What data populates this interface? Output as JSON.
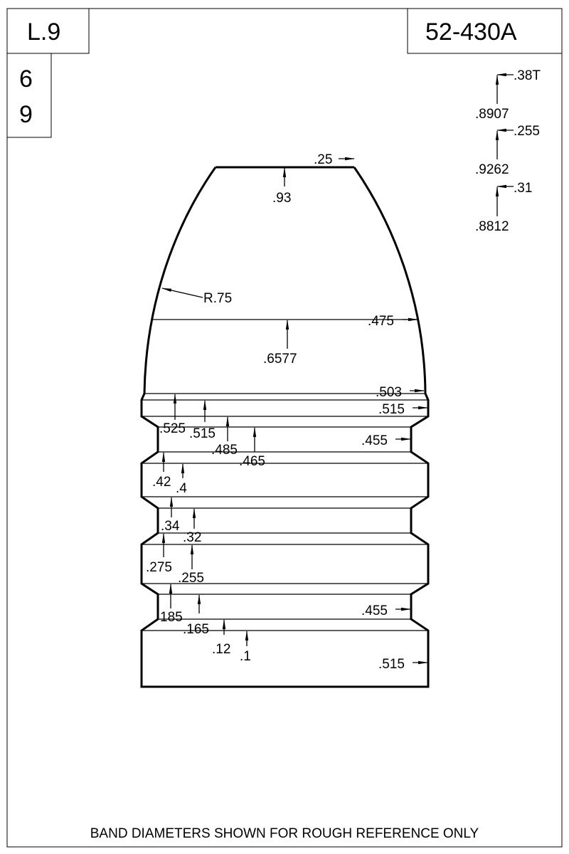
{
  "header": {
    "series": "L.9",
    "part_number": "52-430A",
    "cavity_top": "6",
    "cavity_bottom": "9"
  },
  "top_right": [
    {
      "tip": ".38T",
      "length": ".8907"
    },
    {
      "tip": ".255",
      "length": ".9262"
    },
    {
      "tip": ".31",
      "length": ".8812"
    }
  ],
  "nose": {
    "meplat": ".25",
    "nose_length": ".93",
    "radius": "R.75",
    "diameter": ".475",
    "ogive_length": ".6577"
  },
  "right_diameters": [
    ".503",
    ".515",
    ".455",
    ".455",
    ".515"
  ],
  "left_dims": [
    ".525",
    ".515",
    ".485",
    ".465",
    ".42",
    ".4",
    ".34",
    ".32",
    ".275",
    ".255",
    "185",
    ".165",
    ".12",
    ".1"
  ],
  "footer": "BAND DIAMETERS SHOWN FOR ROUGH REFERENCE ONLY"
}
